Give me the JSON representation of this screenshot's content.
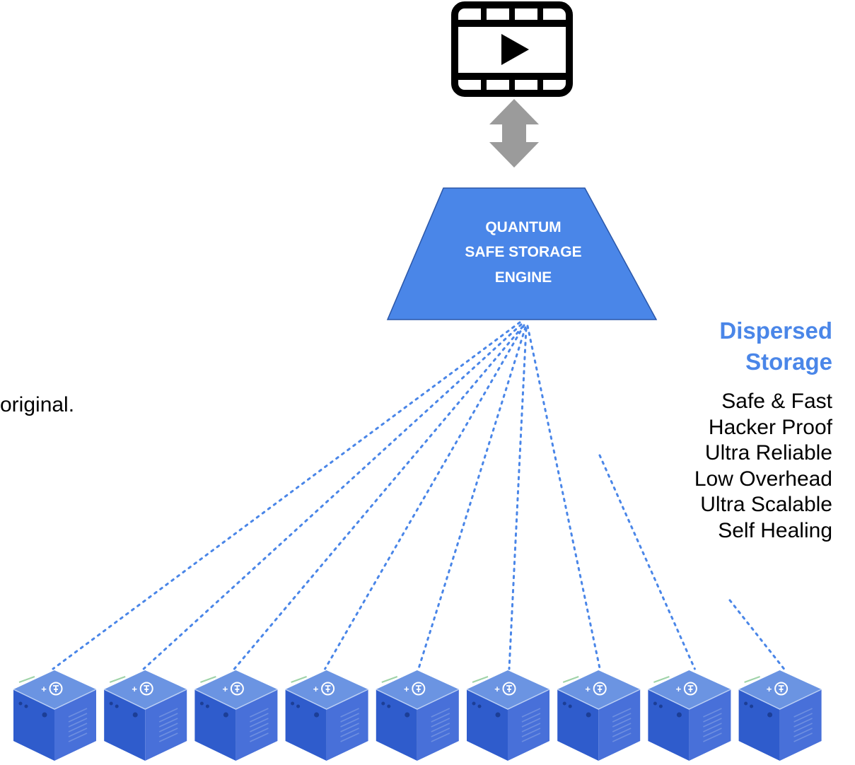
{
  "engine": {
    "lines": [
      "QUANTUM",
      "SAFE STORAGE",
      "ENGINE"
    ],
    "fill": "#4a86e8",
    "text_color": "#ffffff"
  },
  "video_icon": {
    "icon": "film-play-icon"
  },
  "connector": {
    "icon": "double-arrow-icon",
    "color": "#9b9b9b"
  },
  "partial_text": "original.",
  "side_panel": {
    "title": "Dispersed\nStorage",
    "title_color": "#4a86e8",
    "features": [
      "Safe & Fast",
      "Hacker Proof",
      "Ultra Reliable",
      "Low Overhead",
      "Ultra Scalable",
      "Self Healing"
    ]
  },
  "storage_nodes": {
    "count": 9,
    "badge_text": "+",
    "badge_icon": "token-coin-icon",
    "colors": {
      "top": "#6b94e2",
      "front": "#2f5ccc",
      "side": "#4870d9",
      "edge": "#bcd0f4"
    }
  },
  "links": {
    "style": "dotted",
    "color": "#4a86e8"
  }
}
